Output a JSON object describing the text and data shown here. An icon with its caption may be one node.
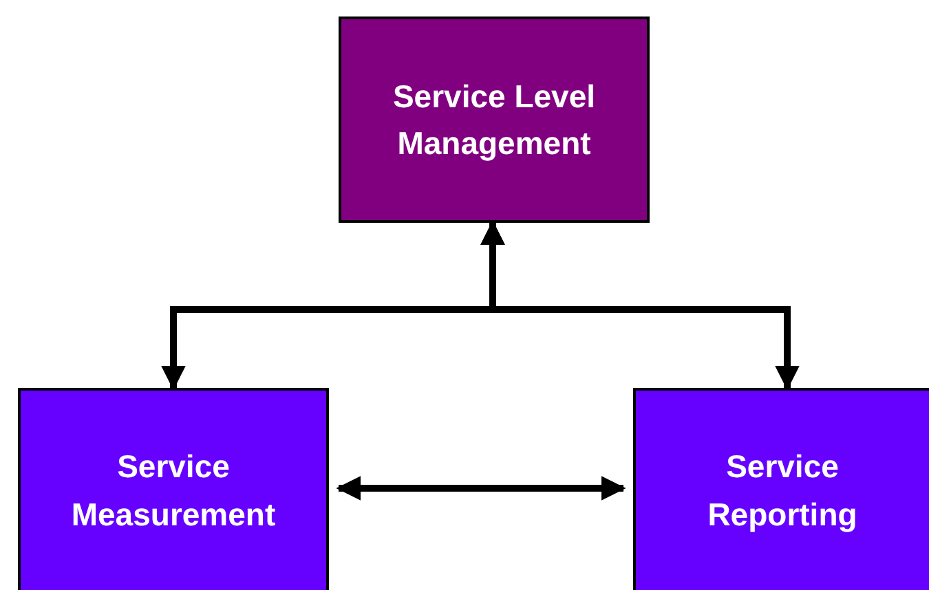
{
  "diagram": {
    "nodes": [
      {
        "text": [
          "Service Level Management"
        ]
      },
      {
        "text": [
          "Service Measurement"
        ]
      },
      {
        "text": [
          "Service Reporting"
        ]
      }
    ],
    "edges": [
      {
        "from": 1,
        "to": 0,
        "arrow": "both"
      },
      {
        "from": 2,
        "to": 0,
        "arrow": "both"
      },
      {
        "from": 1,
        "to": 2,
        "arrow": "both"
      }
    ]
  }
}
